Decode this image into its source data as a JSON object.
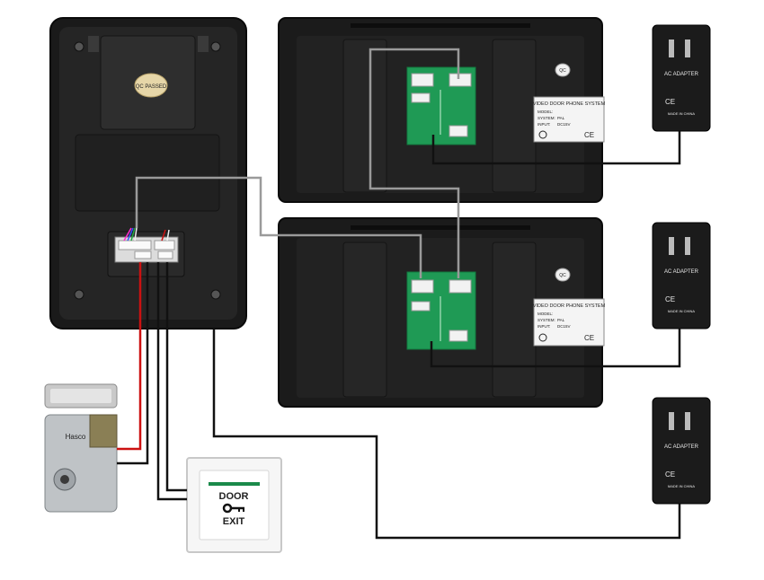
{
  "outdoor_unit": {
    "qc_sticker": "QC PASSED"
  },
  "monitors": [
    {
      "label": {
        "title": "VIDEO DOOR PHONE SYSTEM",
        "model": "MODEL:",
        "system": "SYSTEM:",
        "system_value": "PAL",
        "input": "INPUT:",
        "input_value": "DC15V",
        "ce": "CE"
      },
      "qc_sticker": "QC"
    },
    {
      "label": {
        "title": "VIDEO DOOR PHONE SYSTEM",
        "model": "MODEL:",
        "system": "SYSTEM:",
        "system_value": "PAL",
        "input": "INPUT:",
        "input_value": "DC15V",
        "ce": "CE"
      },
      "qc_sticker": "QC"
    }
  ],
  "adapters": [
    {
      "title": "AC ADAPTER",
      "made_in": "MADE IN CHINA",
      "ce": "CE"
    },
    {
      "title": "AC ADAPTER",
      "made_in": "MADE IN CHINA",
      "ce": "CE"
    },
    {
      "title": "AC ADAPTER",
      "made_in": "MADE IN CHINA",
      "ce": "CE"
    }
  ],
  "exit_button": {
    "top_text": "DOOR",
    "bottom_text": "EXIT"
  },
  "lock": {
    "brand_text": "Hasco"
  },
  "colors": {
    "wire_gray": "#9a9a9a",
    "wire_black": "#111111",
    "wire_red": "#cc1111",
    "pcb_green": "#1f9a55",
    "device_black": "#1b1b1b"
  }
}
